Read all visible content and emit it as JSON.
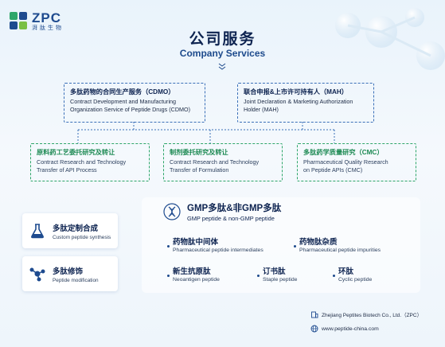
{
  "brand": {
    "name": "ZPC",
    "sub": "湃肽生物",
    "colors": {
      "blue": "#1e4b8f",
      "green": "#2ea66a"
    }
  },
  "header": {
    "title_cn": "公司服务",
    "title_en": "Company Services",
    "chevron_icon": "double-chevron-down-icon"
  },
  "top_services": [
    {
      "cn": "多肽药物的合同生产服务（CDMO）",
      "en1": "Contract Development and Manufacturing",
      "en2": "Organization Service of Peptide Drugs (CDMO)"
    },
    {
      "cn": "联合申报&上市许可持有人（MAH）",
      "en1": "Joint Declaration & Marketing Authorization",
      "en2": "Holder (MAH)"
    }
  ],
  "sub_services": [
    {
      "cn": "原料药工艺委托研究及转让",
      "en1": "Contract Research and Technology",
      "en2": "Transfer of API Process"
    },
    {
      "cn": "制剂委托研究及转让",
      "en1": "Contract Research and Technology",
      "en2": "Transfer of Formulation"
    },
    {
      "cn": "多肽药学质量研究（CMC）",
      "en1": "Pharmaceutical Quality Research",
      "en2": "on Peptide APIs (CMC)"
    }
  ],
  "side_cards": [
    {
      "cn": "多肽定制合成",
      "en": "Custom peptide synthesis",
      "icon": "flask-icon"
    },
    {
      "cn": "多肽修饰",
      "en": "Peptide modification",
      "icon": "molecule-icon"
    }
  ],
  "gmp": {
    "title_cn": "GMP多肽&非GMP多肽",
    "title_en": "GMP peptide & non-GMP peptide",
    "icon": "dna-icon",
    "items": [
      {
        "cn": "药物肽中间体",
        "en": "Pharmaceutical peptide intermediates"
      },
      {
        "cn": "药物肽杂质",
        "en": "Pharmaceutical peptide impurities"
      },
      {
        "cn": "新生抗原肽",
        "en": "Neoantigen peptide"
      },
      {
        "cn": "订书肽",
        "en": "Staple peptide"
      },
      {
        "cn": "环肽",
        "en": "Cyclic peptide"
      }
    ]
  },
  "footer": {
    "company": "Zhejiang Peptites Biotech Co., Ltd.（ZPC）",
    "website": "www.peptide-china.com"
  }
}
